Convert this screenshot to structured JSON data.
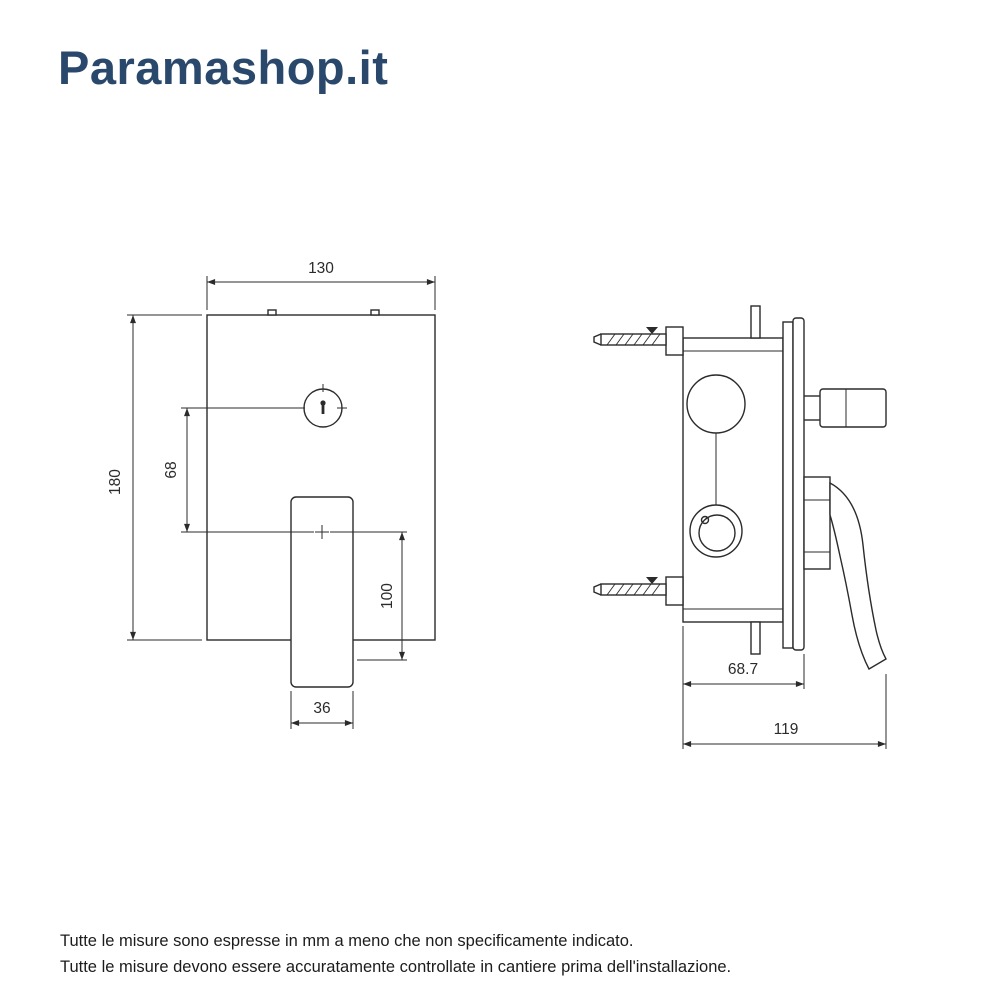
{
  "header": {
    "logo_text": "Paramashop.it"
  },
  "drawing": {
    "front_view": {
      "plate_width_mm": "130",
      "plate_height_mm": "180",
      "control_spacing_mm": "68",
      "handle_length_mm": "100",
      "handle_width_mm": "36"
    },
    "side_view": {
      "body_depth_mm": "68.7",
      "overall_depth_mm": "119"
    }
  },
  "footer": {
    "line1": "Tutte le misure sono espresse in mm a meno che non specificamente indicato.",
    "line2": "Tutte le misure devono essere accuratamente controllate in cantiere prima dell'installazione."
  },
  "colors": {
    "logo": "#29486b",
    "line": "#2b2b2b",
    "text": "#1c1c1c",
    "background": "#ffffff"
  }
}
